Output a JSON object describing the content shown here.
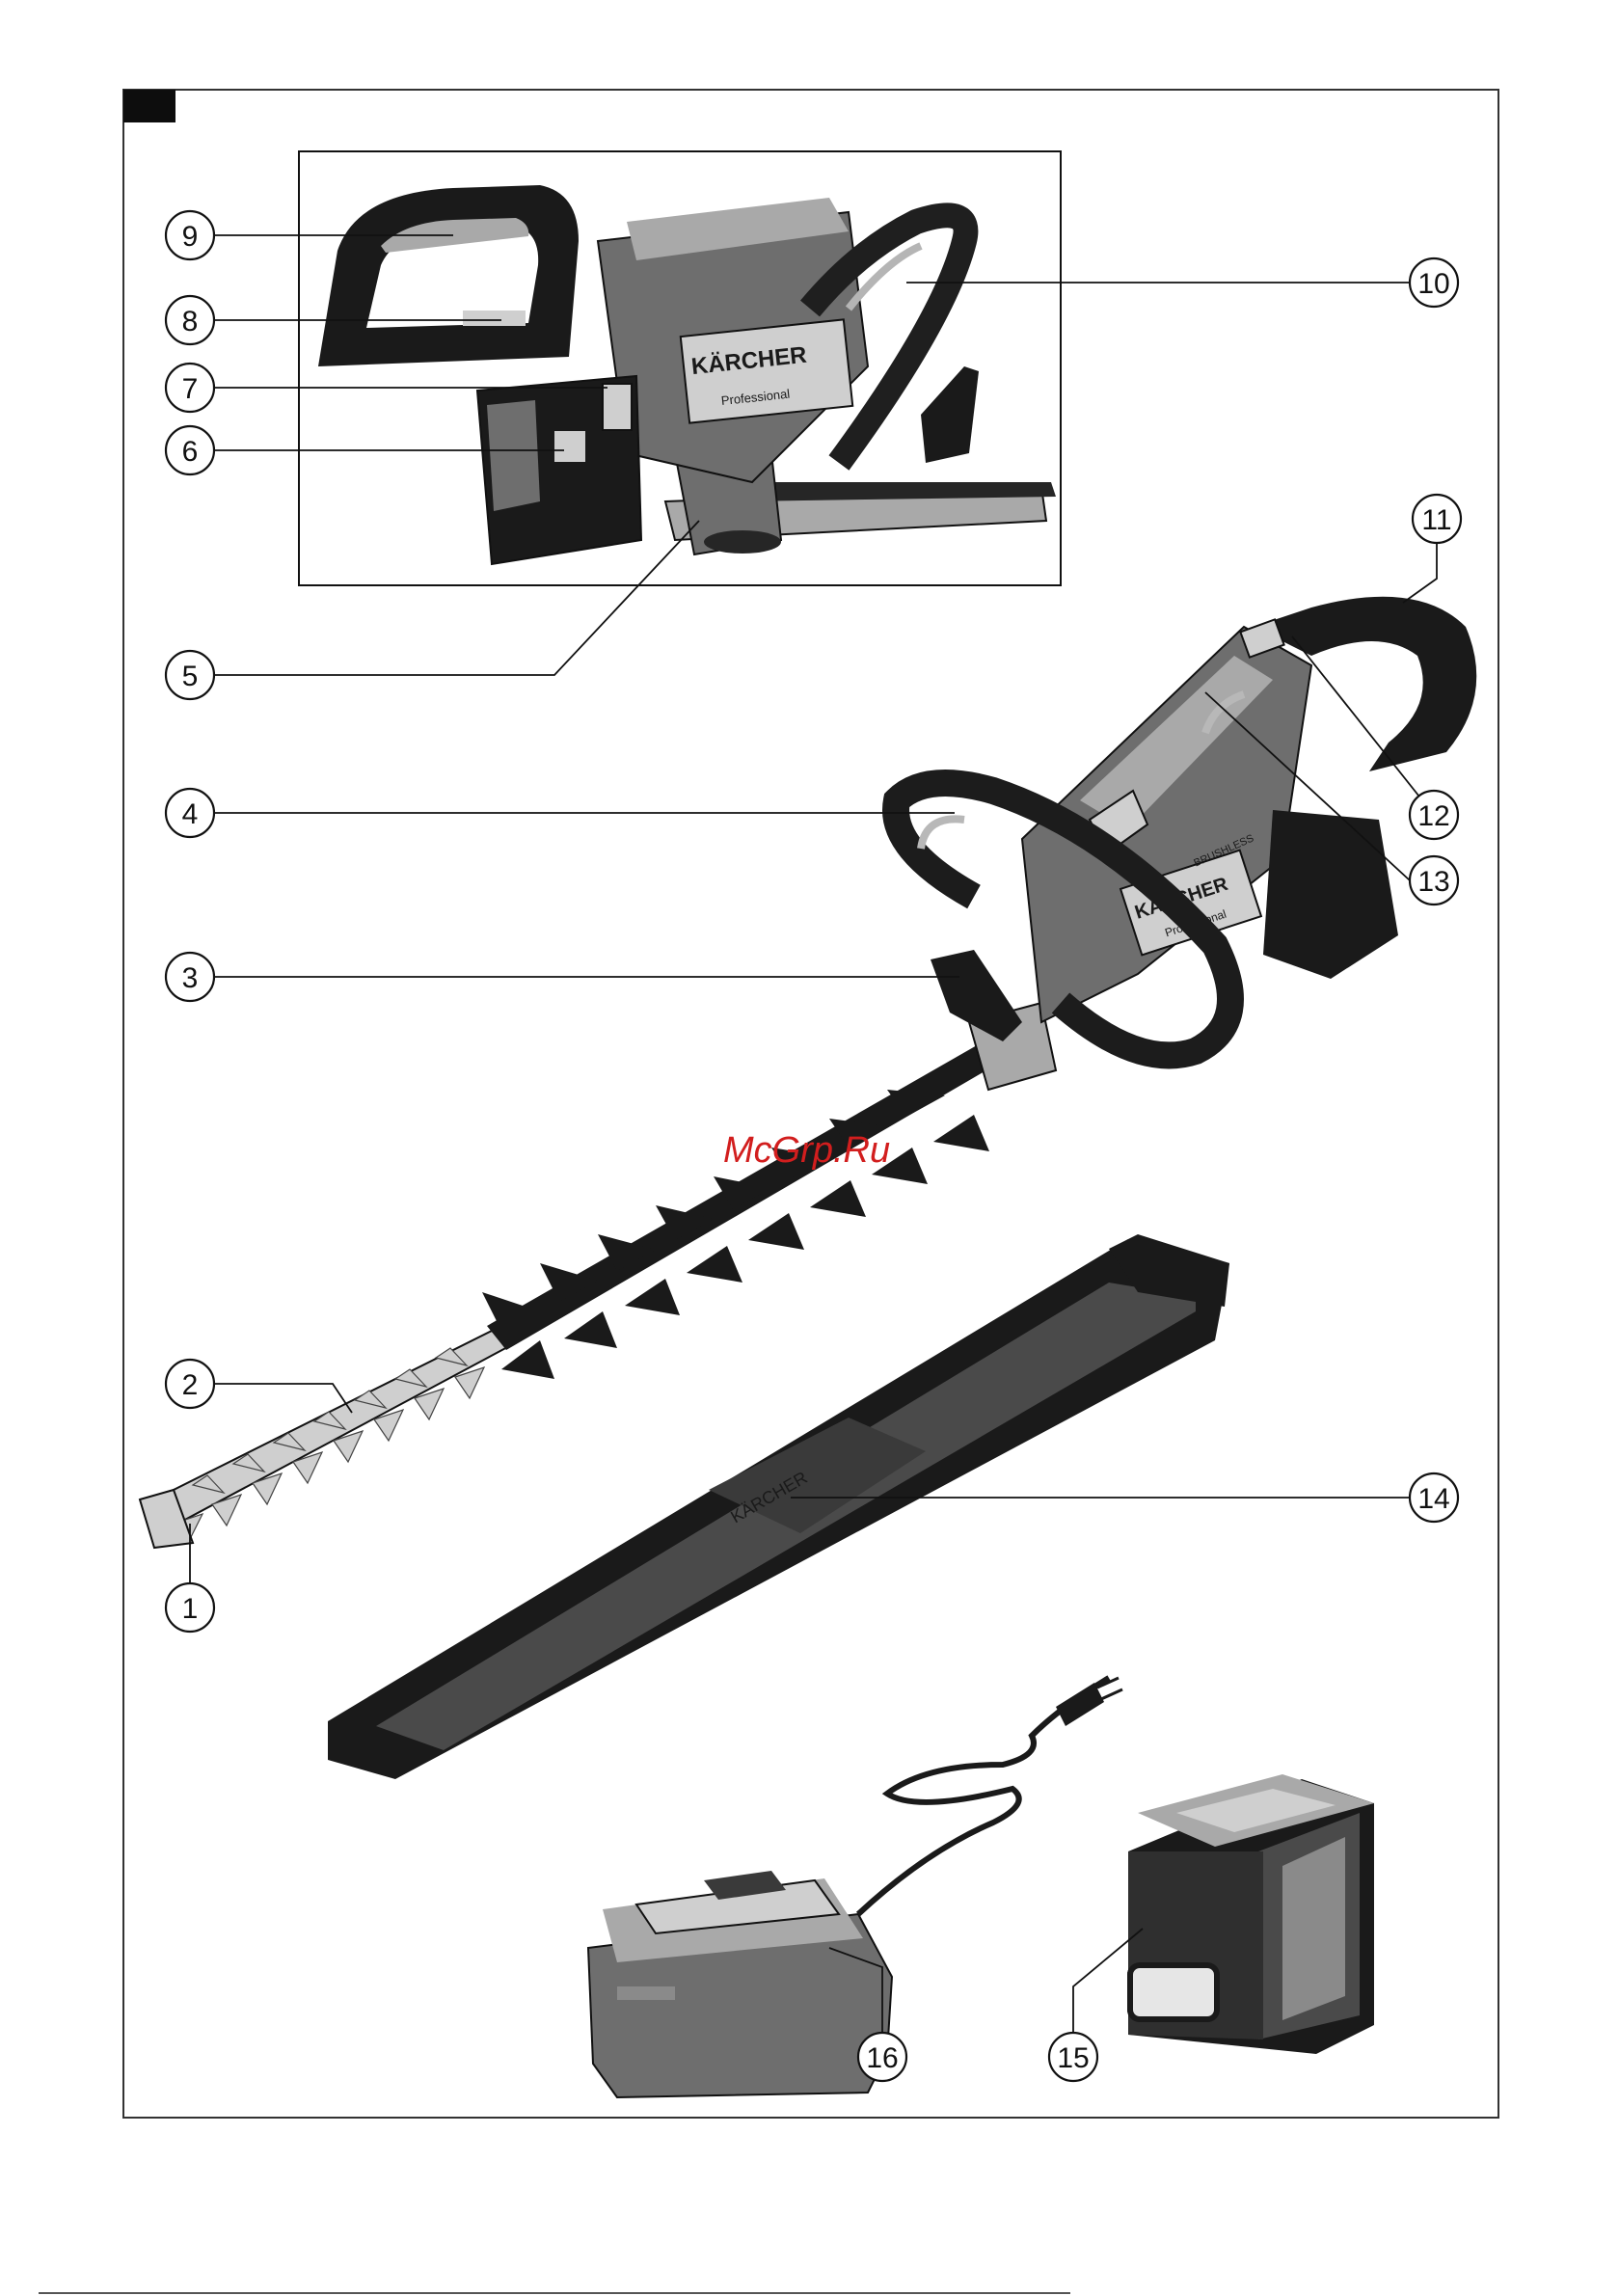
{
  "figure_tag": "",
  "brand": {
    "name": "KÄRCHER",
    "line": "Professional",
    "motor_badge": "BRUSHLESS",
    "scabbard_mark": "KÄRCHER"
  },
  "watermark": "McGrp.Ru",
  "colors": {
    "ink": "#111111",
    "tool_dark": "#262626",
    "tool_mid": "#6e6e6e",
    "tool_light": "#a9a9a9",
    "watermark": "#d21e1e"
  },
  "callouts": [
    {
      "number": "1"
    },
    {
      "number": "2"
    },
    {
      "number": "3"
    },
    {
      "number": "4"
    },
    {
      "number": "5"
    },
    {
      "number": "6"
    },
    {
      "number": "7"
    },
    {
      "number": "8"
    },
    {
      "number": "9"
    },
    {
      "number": "10"
    },
    {
      "number": "11"
    },
    {
      "number": "12"
    },
    {
      "number": "13"
    },
    {
      "number": "14"
    },
    {
      "number": "15"
    },
    {
      "number": "16"
    }
  ]
}
